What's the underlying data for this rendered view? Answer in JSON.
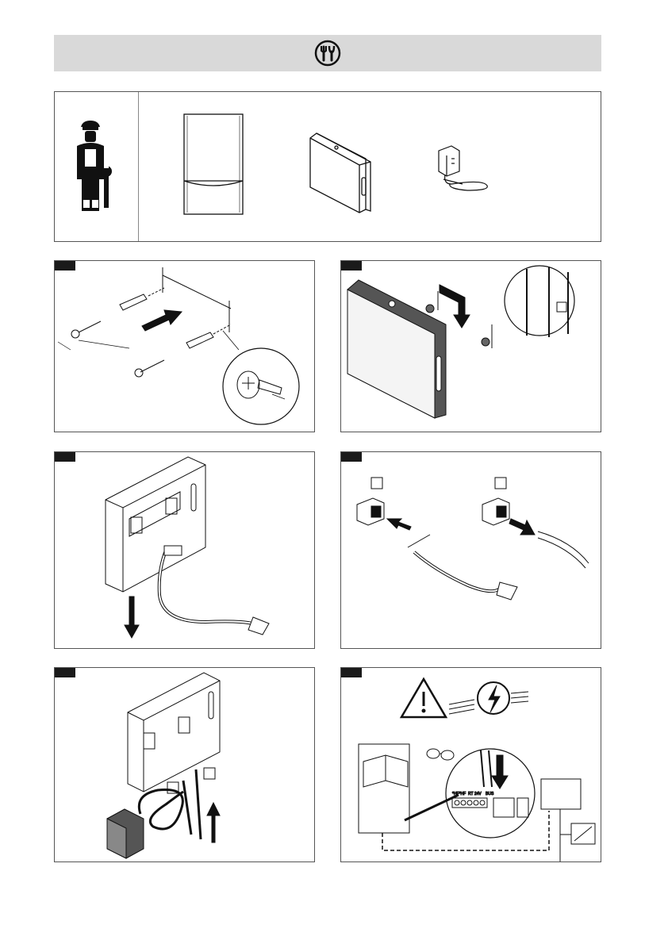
{
  "header": {
    "icon": "tools-icon"
  },
  "intro": {
    "icons": [
      "technician-icon",
      "boiler-icon",
      "controller-box-icon",
      "power-adapter-icon"
    ]
  },
  "steps": [
    {
      "icons": [
        "wall-plug-icon",
        "screw-icon",
        "arrow-icon",
        "screw-detail-icon"
      ]
    },
    {
      "icons": [
        "controller-box-icon",
        "screw-icon",
        "arrow-down-icon",
        "hook-detail-icon"
      ]
    },
    {
      "icons": [
        "controller-back-icon",
        "cable-icon",
        "arrow-down-icon"
      ]
    },
    {
      "icons": [
        "connector-icon",
        "cable-icon",
        "arrow-icon"
      ]
    },
    {
      "icons": [
        "controller-back-icon",
        "power-adapter-icon",
        "arrow-up-icon"
      ]
    },
    {
      "icons": [
        "warning-triangle-icon",
        "high-voltage-icon",
        "manual-icon",
        "glasses-icon",
        "terminal-block-icon",
        "transformer-icon"
      ]
    }
  ],
  "terminal_labels": {
    "left": "*HF*HF",
    "middle": "RT 24V",
    "right": "BUS"
  }
}
